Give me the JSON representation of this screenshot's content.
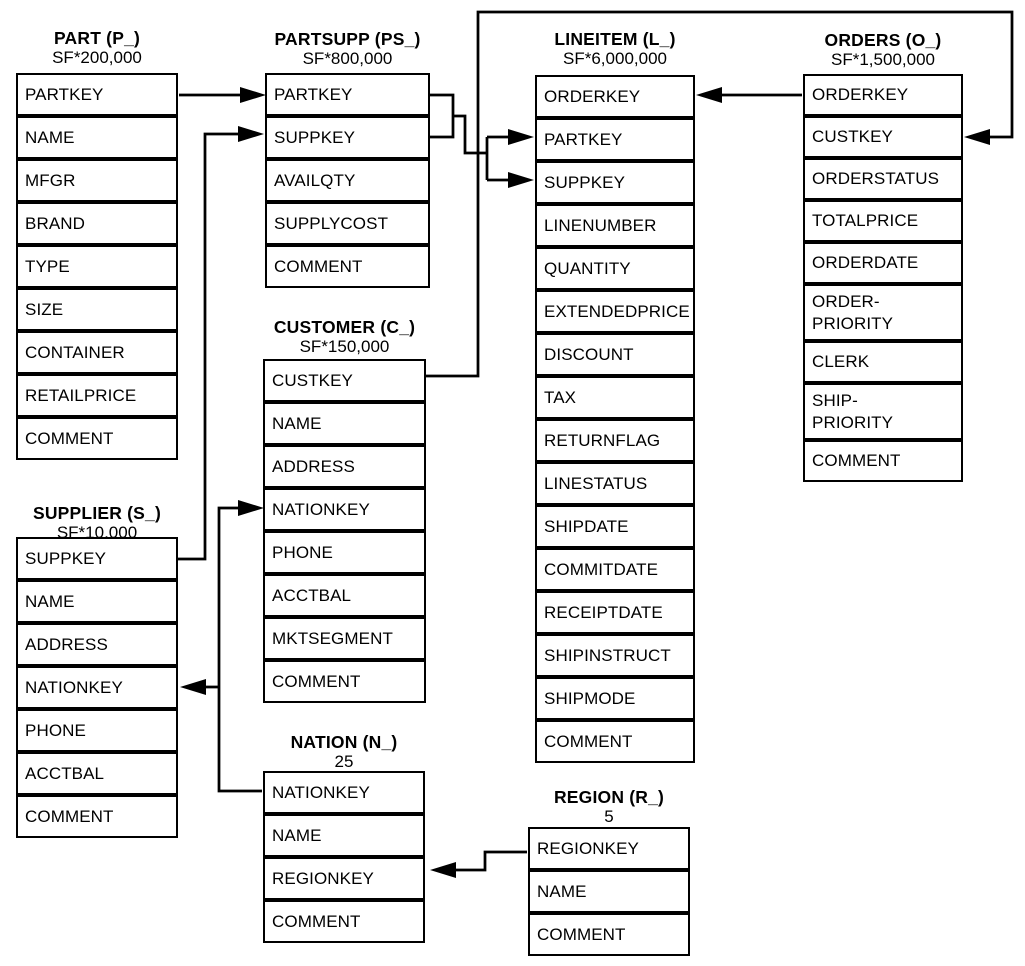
{
  "diagram": {
    "tables": [
      {
        "id": "part",
        "title": "PART (P_)",
        "cardinality": "SF*200,000",
        "columns": [
          "PARTKEY",
          "NAME",
          "MFGR",
          "BRAND",
          "TYPE",
          "SIZE",
          "CONTAINER",
          "RETAILPRICE",
          "COMMENT"
        ]
      },
      {
        "id": "partsupp",
        "title": "PARTSUPP (PS_)",
        "cardinality": "SF*800,000",
        "columns": [
          "PARTKEY",
          "SUPPKEY",
          "AVAILQTY",
          "SUPPLYCOST",
          "COMMENT"
        ]
      },
      {
        "id": "lineitem",
        "title": "LINEITEM (L_)",
        "cardinality": "SF*6,000,000",
        "columns": [
          "ORDERKEY",
          "PARTKEY",
          "SUPPKEY",
          "LINENUMBER",
          "QUANTITY",
          "EXTENDEDPRICE",
          "DISCOUNT",
          "TAX",
          "RETURNFLAG",
          "LINESTATUS",
          "SHIPDATE",
          "COMMITDATE",
          "RECEIPTDATE",
          "SHIPINSTRUCT",
          "SHIPMODE",
          "COMMENT"
        ]
      },
      {
        "id": "orders",
        "title": "ORDERS (O_)",
        "cardinality": "SF*1,500,000",
        "columns": [
          "ORDERKEY",
          "CUSTKEY",
          "ORDERSTATUS",
          "TOTALPRICE",
          "ORDERDATE",
          "ORDER-\nPRIORITY",
          "CLERK",
          "SHIP-\nPRIORITY",
          "COMMENT"
        ]
      },
      {
        "id": "customer",
        "title": "CUSTOMER (C_)",
        "cardinality": "SF*150,000",
        "columns": [
          "CUSTKEY",
          "NAME",
          "ADDRESS",
          "NATIONKEY",
          "PHONE",
          "ACCTBAL",
          "MKTSEGMENT",
          "COMMENT"
        ]
      },
      {
        "id": "supplier",
        "title": "SUPPLIER (S_)",
        "cardinality": "SF*10,000",
        "columns": [
          "SUPPKEY",
          "NAME",
          "ADDRESS",
          "NATIONKEY",
          "PHONE",
          "ACCTBAL",
          "COMMENT"
        ]
      },
      {
        "id": "nation",
        "title": "NATION (N_)",
        "cardinality": "25",
        "columns": [
          "NATIONKEY",
          "NAME",
          "REGIONKEY",
          "COMMENT"
        ]
      },
      {
        "id": "region",
        "title": "REGION (R_)",
        "cardinality": "5",
        "columns": [
          "REGIONKEY",
          "NAME",
          "COMMENT"
        ]
      }
    ],
    "relationships": [
      {
        "from": "PART.PARTKEY",
        "to": "PARTSUPP.PARTKEY"
      },
      {
        "from": "SUPPLIER.SUPPKEY",
        "to": "PARTSUPP.SUPPKEY"
      },
      {
        "from": "PARTSUPP.PARTKEY",
        "to": "LINEITEM.PARTKEY"
      },
      {
        "from": "PARTSUPP.SUPPKEY",
        "to": "LINEITEM.SUPPKEY"
      },
      {
        "from": "ORDERS.ORDERKEY",
        "to": "LINEITEM.ORDERKEY"
      },
      {
        "from": "CUSTOMER.CUSTKEY",
        "to": "ORDERS.CUSTKEY"
      },
      {
        "from": "NATION.NATIONKEY",
        "to": "CUSTOMER.NATIONKEY"
      },
      {
        "from": "NATION.NATIONKEY",
        "to": "SUPPLIER.NATIONKEY"
      },
      {
        "from": "REGION.REGIONKEY",
        "to": "NATION.REGIONKEY"
      }
    ],
    "colors": {
      "line": "#000000",
      "background": "#ffffff",
      "text": "#000000"
    }
  }
}
